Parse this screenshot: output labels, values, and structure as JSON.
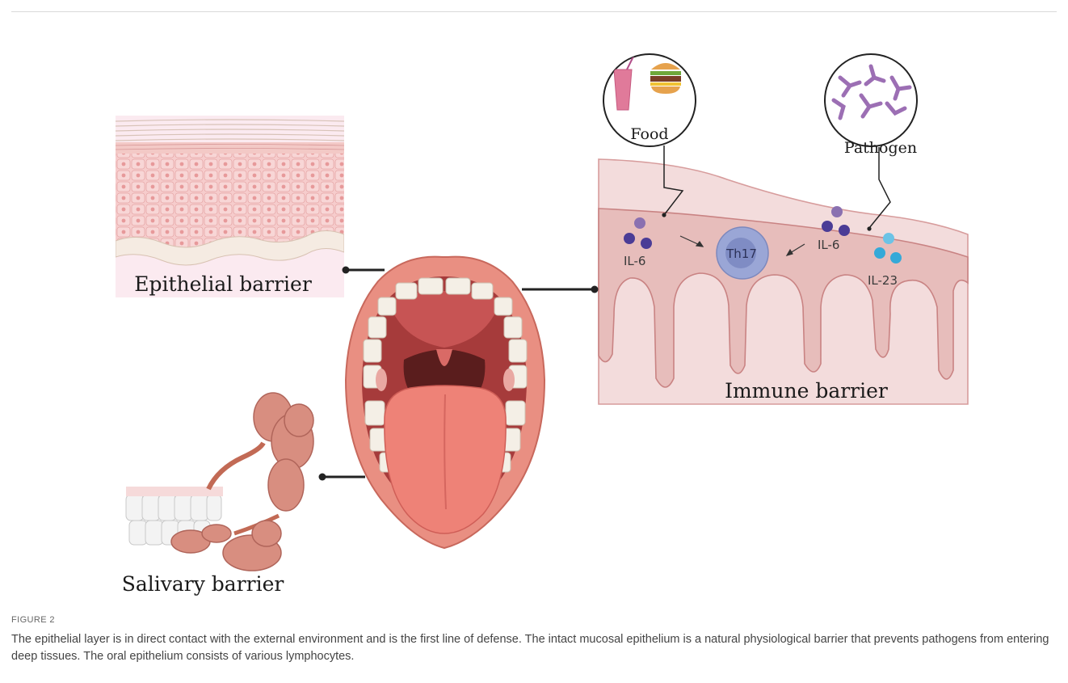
{
  "figure": {
    "label": "FIGURE 2",
    "caption": "The epithelial layer is in direct contact with the external environment and is the first line of defense. The intact mucosal epithelium is a natural physiological barrier that prevents pathogens from entering deep tissues. The oral epithelium consists of various lymphocytes."
  },
  "panels": {
    "epithelial": {
      "label": "Epithelial barrier"
    },
    "salivary": {
      "label": "Salivary barrier"
    },
    "immune": {
      "label": "Immune barrier",
      "food_label": "Food",
      "pathogen_label": "Pathogen",
      "cell_label": "Th17",
      "cytokines": [
        "IL-6",
        "IL-6",
        "IL-23"
      ]
    }
  },
  "colors": {
    "epithelium_pink": "#f1bcbc",
    "tissue_pink": "#ecc9c6",
    "tissue_border": "#c98383",
    "th17_outer": "#9aa6d6",
    "th17_inner": "#7f8cc4",
    "il6_dot": "#4b3c96",
    "il23_dot": "#35a9d8",
    "pathogen_purple": "#9c6fb4",
    "lip": "#e98f82",
    "tongue": "#ee8277"
  }
}
